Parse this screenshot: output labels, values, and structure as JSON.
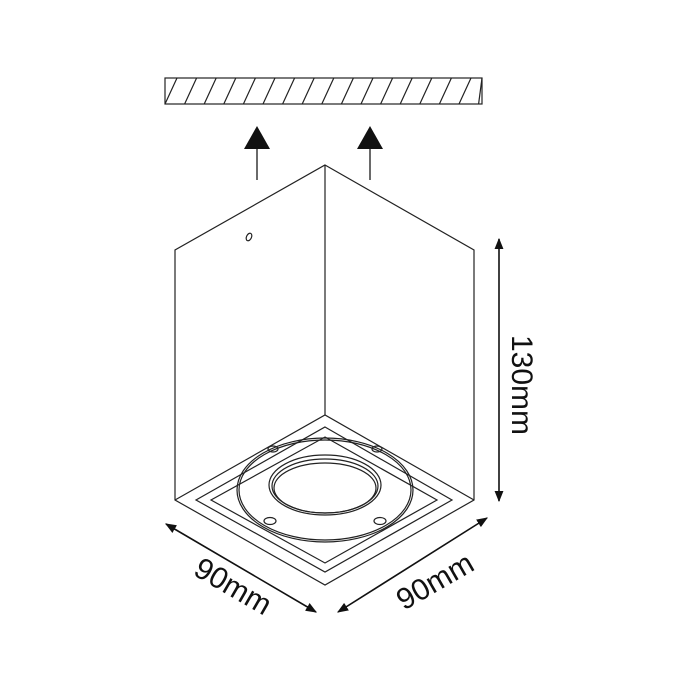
{
  "dimensions": {
    "height_label": "130mm",
    "width_left_label": "90mm",
    "width_right_label": "90mm"
  },
  "colors": {
    "line": "#222222",
    "background": "#ffffff"
  }
}
